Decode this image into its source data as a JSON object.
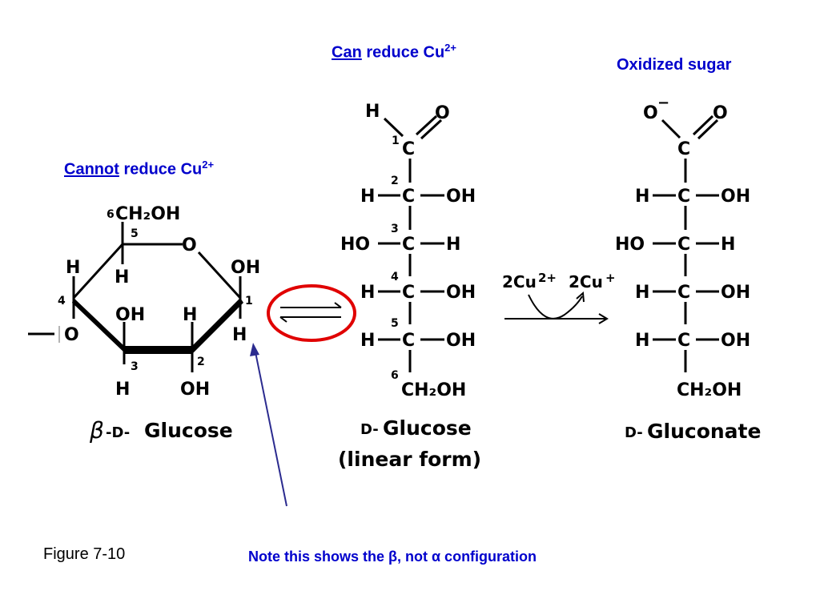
{
  "labels": {
    "can": "Can",
    "can_rest": " reduce Cu",
    "cannot": "Cannot",
    "cannot_rest": " reduce Cu",
    "charge": "2+",
    "oxidized": "Oxidized sugar",
    "figure": "Figure 7-10",
    "note": "Note this shows the β, not α configuration"
  },
  "ring": {
    "ch2oh_num": "6",
    "ch2oh": "CH₂OH",
    "c5": "5",
    "o_ring": "O",
    "h_c4": "H",
    "h_c5": "H",
    "oh_c1": "OH",
    "c1": "1",
    "c4": "4",
    "o_c4": "O",
    "oh_c3": "OH",
    "h_c2": "H",
    "h_c1": "H",
    "c3": "3",
    "c2": "2",
    "h_c3": "H",
    "oh_c2": "OH",
    "beta": "β",
    "d": "-D-",
    "name": "Glucose"
  },
  "linear": {
    "h_top": "H",
    "o_top": "O",
    "n1": "1",
    "n2": "2",
    "n3": "3",
    "n4": "4",
    "n5": "5",
    "n6": "6",
    "c": "C",
    "h": "H",
    "oh": "OH",
    "ho": "HO",
    "ch2oh": "CH₂OH",
    "d": "D-",
    "name": "Glucose",
    "form": "(linear  form)"
  },
  "reaction": {
    "cu_left": "2Cu",
    "cu_left_charge": "2+",
    "cu_right": "2Cu",
    "cu_right_charge": "+"
  },
  "gluconate": {
    "o_minus": "O",
    "minus": "−",
    "o": "O",
    "c": "C",
    "h": "H",
    "oh": "OH",
    "ho": "HO",
    "ch2oh": "CH₂OH",
    "d": "D-",
    "name": "Gluconate"
  },
  "colors": {
    "blue_text": "#0000cc",
    "circle": "#e00000",
    "arrow_blue": "#2b2b8f"
  }
}
